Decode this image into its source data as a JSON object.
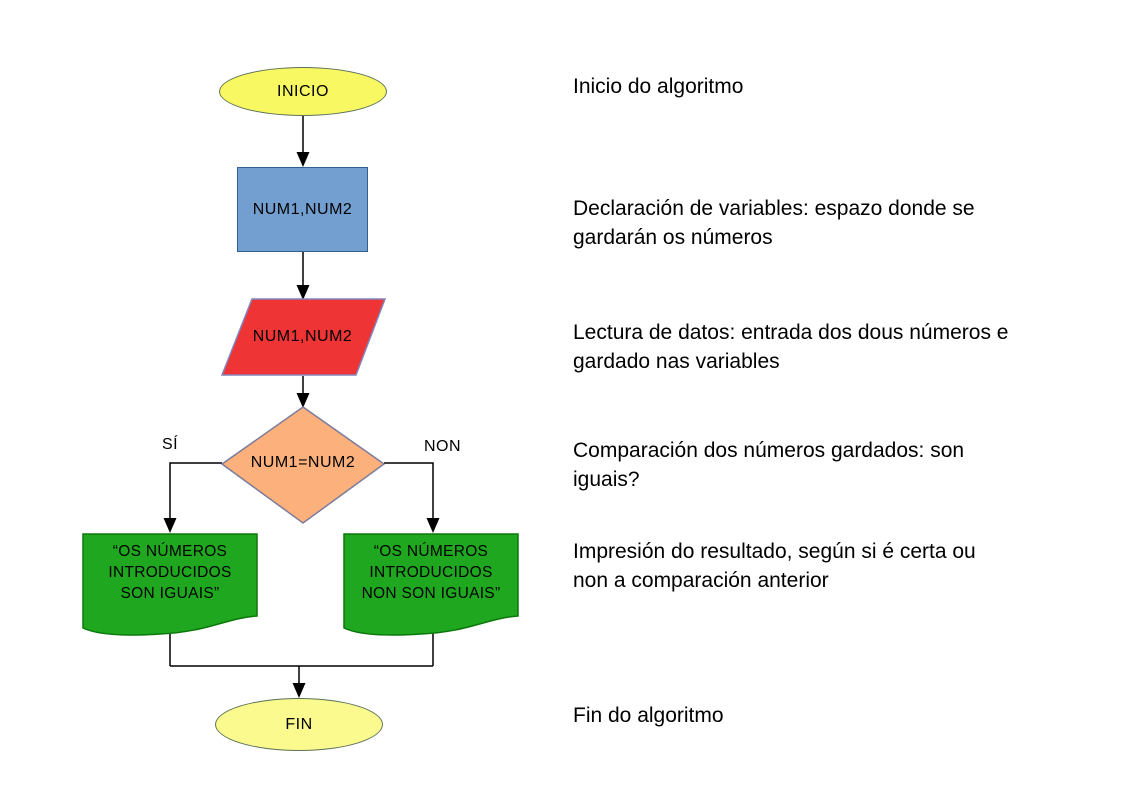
{
  "colors": {
    "background": "#ffffff",
    "line": "#000000",
    "text": "#000000",
    "terminator_start_fill": "#f8f862",
    "terminator_end_fill": "#fafa8e",
    "terminator_border": "#5e7257",
    "process_fill": "#729fcf",
    "process_border": "#31618f",
    "io_fill": "#ee3434",
    "io_border": "#8383bb",
    "decision_fill": "#fcb17c",
    "decision_border": "#7b7b9b",
    "document_fill": "#1fa81f",
    "document_border": "#0b770b"
  },
  "flowchart": {
    "start": {
      "label": "INICIO"
    },
    "declare": {
      "label": "NUM1,NUM2"
    },
    "read": {
      "label": "NUM1,NUM2"
    },
    "decision": {
      "label": "NUM1=NUM2",
      "yes_label": "SÍ",
      "no_label": "NON"
    },
    "doc_equal": {
      "lines": [
        "“OS NÚMEROS",
        "INTRODUCIDOS",
        "SON IGUAIS”"
      ]
    },
    "doc_not_equal": {
      "lines": [
        "“OS NÚMEROS",
        "INTRODUCIDOS",
        "NON SON IGUAIS”"
      ]
    },
    "end": {
      "label": "FIN"
    }
  },
  "annotations": [
    {
      "lines": [
        "Inicio do algoritmo"
      ]
    },
    {
      "lines": [
        "Declaración de variables: espazo donde se",
        "gardarán os números"
      ]
    },
    {
      "lines": [
        "Lectura de datos: entrada dos dous números e",
        "gardado nas variables"
      ]
    },
    {
      "lines": [
        "Comparación dos números gardados: son",
        "iguais?"
      ]
    },
    {
      "lines": [
        "Impresión do resultado, según si é certa ou",
        "non a comparación anterior"
      ]
    },
    {
      "lines": [
        "Fin do algoritmo"
      ]
    }
  ]
}
